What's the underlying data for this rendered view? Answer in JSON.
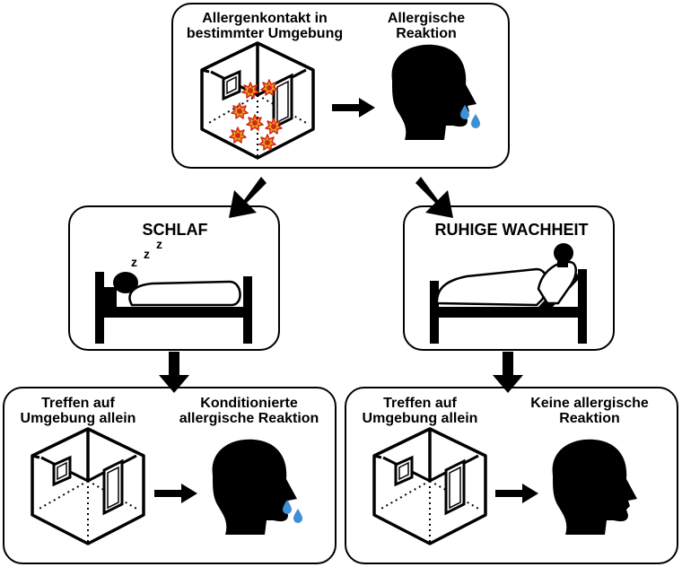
{
  "top": {
    "left_caption": "Allergenkontakt in\nbestimmter Umgebung",
    "right_caption": "Allergische\nReaktion"
  },
  "sleep": {
    "title": "SCHLAF",
    "zzz": "z z z"
  },
  "awake": {
    "title": "RUHIGE WACHHEIT"
  },
  "bottom_left": {
    "left_caption": "Treffen auf\nUmgebung allein",
    "right_caption": "Konditionierte\nallergische Reaktion"
  },
  "bottom_right": {
    "left_caption": "Treffen auf\nUmgebung allein",
    "right_caption": "Keine allergische\nReaktion"
  },
  "colors": {
    "tear": "#3d8fd6",
    "allergen_fill": "#e8a316",
    "allergen_stroke": "#d0261a"
  },
  "icons": [
    "room-icon",
    "head-icon",
    "tear-icon",
    "allergen-icon",
    "bed-icon",
    "arrow-icon"
  ]
}
